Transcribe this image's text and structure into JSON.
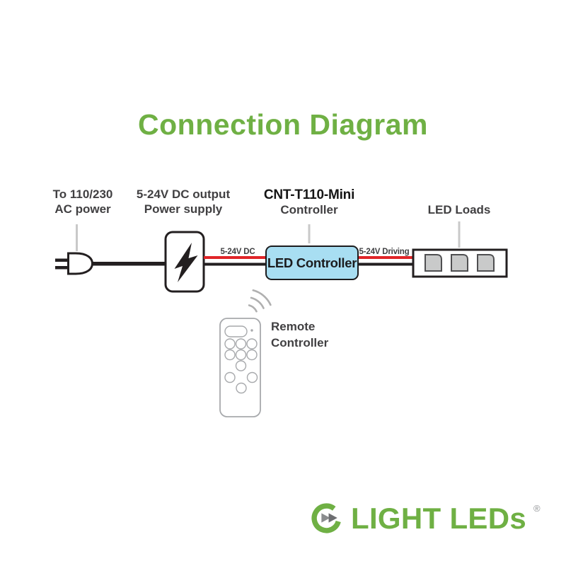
{
  "title": "Connection Diagram",
  "diagram": {
    "ac_power_label": {
      "line1": "To 110/230",
      "line2": "AC power"
    },
    "power_supply_label": {
      "line1": "5-24V DC output",
      "line2": "Power supply"
    },
    "controller_label": {
      "line1": "CNT-T110-Mini",
      "line2": "Controller"
    },
    "led_loads_label": "LED Loads",
    "controller_box_text": "LED Controller",
    "wire_labels": {
      "input": "5-24V DC",
      "output": "5-24V Driving"
    },
    "remote_label": {
      "line1": "Remote",
      "line2": "Controller"
    }
  },
  "logo": {
    "brand": "LIGHT LEDs",
    "registered_mark": "®"
  },
  "colors": {
    "brand_green": "#6fb044",
    "wire_red": "#e02428",
    "wire_black": "#231f20",
    "controller_box_blue": "#a8def2",
    "label_gray": "#414042",
    "outline_gray": "#a7a9ac",
    "leader_gray": "#c9c9c9"
  },
  "icons": [
    "plug-icon",
    "power-supply-icon",
    "lightning-bolt-icon",
    "led-strip-icon",
    "wireless-signal-icon",
    "remote-icon",
    "logo-g-mark",
    "fast-forward-icon"
  ]
}
